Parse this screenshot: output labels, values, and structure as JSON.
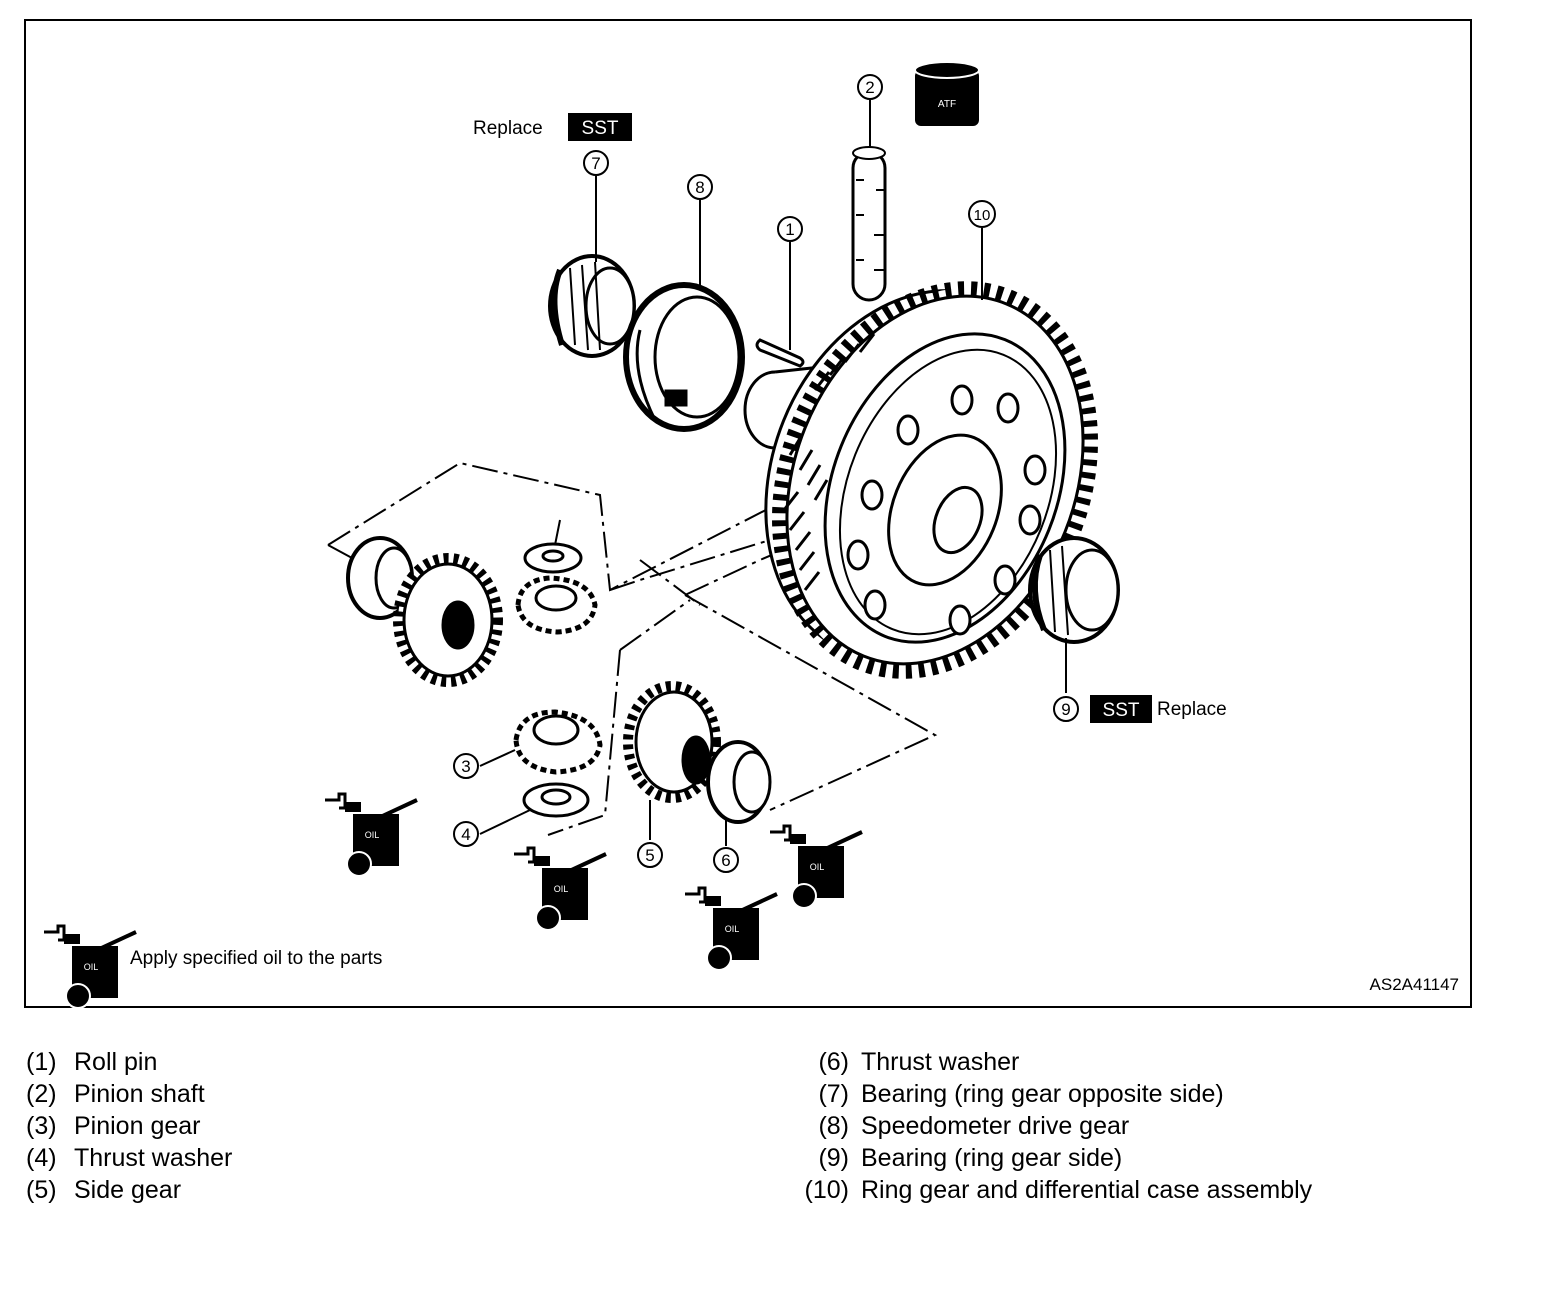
{
  "diagram": {
    "replace_label_top": "Replace",
    "sst_label_top": "SST",
    "replace_label_bottom": "Replace",
    "sst_label_bottom": "SST",
    "atf_label": "ATF",
    "oil_label": "OIL",
    "oil_note": "Apply specified oil to the parts",
    "figure_code": "AS2A41147",
    "callouts": {
      "c1": "1",
      "c2": "2",
      "c3": "3",
      "c4": "4",
      "c5": "5",
      "c6": "6",
      "c7": "7",
      "c8": "8",
      "c9": "9",
      "c10": "10"
    }
  },
  "legend": {
    "left": [
      {
        "num": "(1)",
        "text": "Roll pin"
      },
      {
        "num": "(2)",
        "text": "Pinion shaft"
      },
      {
        "num": "(3)",
        "text": "Pinion gear"
      },
      {
        "num": "(4)",
        "text": "Thrust washer"
      },
      {
        "num": "(5)",
        "text": "Side gear"
      }
    ],
    "right": [
      {
        "num": "(6)",
        "text": "Thrust washer"
      },
      {
        "num": "(7)",
        "text": "Bearing (ring gear opposite side)"
      },
      {
        "num": "(8)",
        "text": "Speedometer drive gear"
      },
      {
        "num": "(9)",
        "text": "Bearing (ring gear side)"
      },
      {
        "num": "(10)",
        "text": "Ring gear and differential case assembly"
      }
    ]
  }
}
